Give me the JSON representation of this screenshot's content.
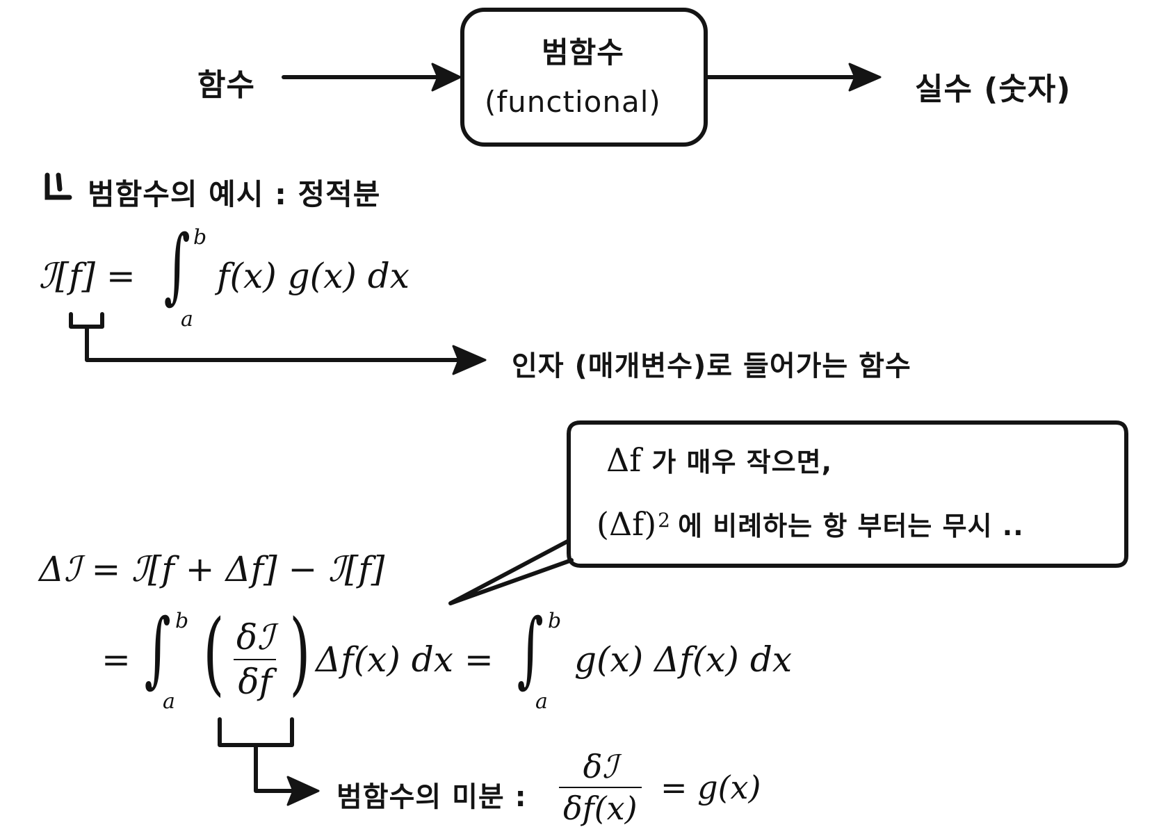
{
  "flow": {
    "input_label": "함수",
    "box_line1": "범함수",
    "box_line2": "(functional)",
    "output_label": "실수 (숫자)"
  },
  "example": {
    "heading": "범함수의 예시 : 정적분",
    "eq_lhs": "ℐ[f] =",
    "int_upper": "b",
    "int_lower": "a",
    "eq_integrand": "f(x) g(x) dx",
    "arg_note": "인자 (매개변수)로 들어가는 함수"
  },
  "callout": {
    "line1_math": "Δf",
    "line1_text": "가 매우 작으면,",
    "line2_math": "(Δf)",
    "line2_exp": "2",
    "line2_text": "에 비례하는 항 부터는 무시 .."
  },
  "variation": {
    "eq1": "Δℐ = ℐ[f + Δf] − ℐ[f]",
    "eq2_eq": "=",
    "int_upper": "b",
    "int_lower": "a",
    "frac_num": "δℐ",
    "frac_den": "δf",
    "eq2_mid": "Δf(x) dx =",
    "eq2_tail": "g(x) Δf(x) dx"
  },
  "derivative": {
    "label": "범함수의 미분 :",
    "frac_num": "δℐ",
    "frac_den": "δf(x)",
    "rhs": "= g(x)"
  }
}
